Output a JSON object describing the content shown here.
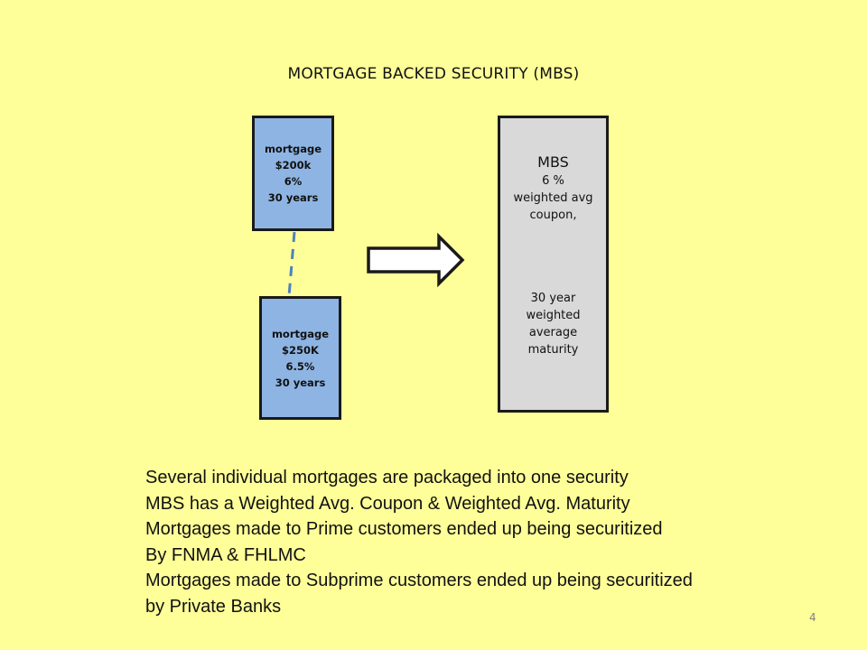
{
  "slide": {
    "title": "MORTGAGE BACKED SECURITY (MBS)",
    "mortgages": [
      {
        "label": "mortgage",
        "amount": "$200k",
        "rate": "6%",
        "term": "30 years"
      },
      {
        "label": "mortgage",
        "amount": "$250K",
        "rate": "6.5%",
        "term": "30 years"
      }
    ],
    "mbs": {
      "heading": "MBS",
      "coupon_lines": [
        "6 %",
        "weighted avg",
        "coupon,"
      ],
      "maturity_lines": [
        "30 year",
        "weighted",
        "average",
        "maturity"
      ]
    },
    "bullets": [
      "Several individual mortgages are packaged into one security",
      "MBS has a Weighted Avg. Coupon & Weighted Avg. Maturity",
      "Mortgages made to Prime customers ended up being securitized",
      "By FNMA & FHLMC",
      "Mortgages made to Subprime customers ended up being securitized",
      "by Private Banks"
    ],
    "page_number": "4",
    "colors": {
      "background": "#ffff99",
      "mortgage_fill": "#8eb4e3",
      "mbs_fill": "#d9d9d9",
      "connector": "#4f81bd"
    }
  }
}
